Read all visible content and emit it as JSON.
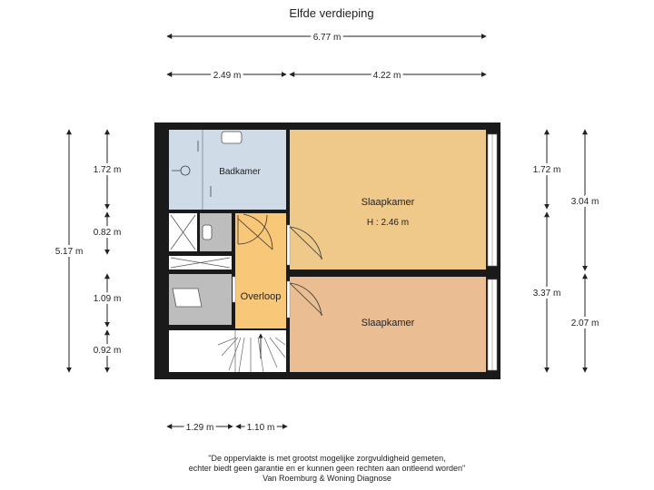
{
  "title": "Elfde verdieping",
  "dimensions": {
    "top_total": "6.77 m",
    "top_left": "2.49 m",
    "top_right": "4.22 m",
    "left_total": "5.17 m",
    "left_seg1": "1.72 m",
    "left_seg2": "0.82 m",
    "left_seg3": "1.09 m",
    "left_seg4": "0.92 m",
    "right_seg1": "1.72 m",
    "right_seg2": "3.37 m",
    "right_far1": "3.04 m",
    "right_far2": "2.07 m",
    "bottom_left": "1.29 m",
    "bottom_right": "1.10 m"
  },
  "rooms": {
    "badkamer": "Badkamer",
    "slaapkamer1": "Slaapkamer",
    "slaapkamer1_height": "H : 2.46 m",
    "overloop": "Overloop",
    "slaapkamer2": "Slaapkamer"
  },
  "colors": {
    "wall": "#1a1a1a",
    "bathroom": "#cfdbe6",
    "bedroom1": "#eec98a",
    "landing": "#f8c878",
    "bedroom2": "#eabd93",
    "utility": "#bdbdbd"
  },
  "disclaimer": {
    "line1": "\"De oppervlakte is met grootst mogelijke zorgvuldigheid gemeten,",
    "line2": "echter biedt geen garantie en er kunnen geen rechten aan ontleend worden\"",
    "line3": "Van Roemburg & Woning Diagnose"
  }
}
